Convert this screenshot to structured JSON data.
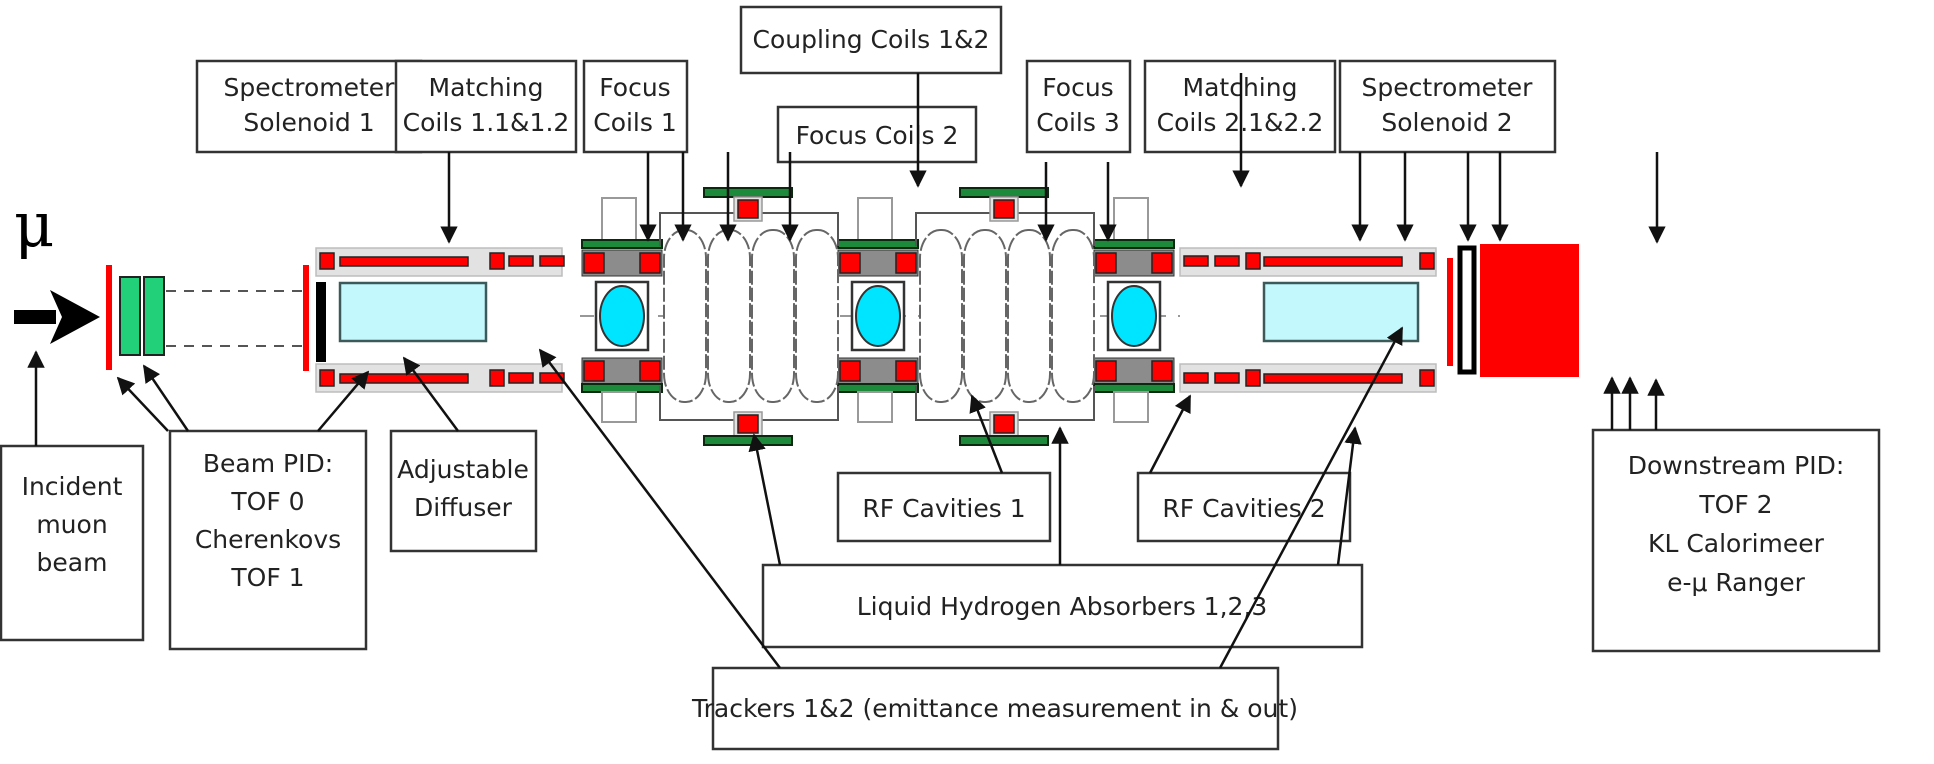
{
  "diagram": {
    "title": "MICE cooling channel schematic",
    "beam_symbol": "μ",
    "colors": {
      "coil": "#ff0000",
      "tracker_volume": "#c3f8fc",
      "absorber": "#00e5ff",
      "cherenkov": "#22d07a",
      "shell": "#e2e2e2",
      "yoke": "#8c8c8c",
      "support": "#1c8a3a"
    },
    "labels": {
      "spectrometer_solenoid_1": [
        "Spectrometer",
        "Solenoid 1"
      ],
      "matching_coils_1": [
        "Matching",
        "Coils 1.1&1.2"
      ],
      "focus_coils_1": [
        "Focus",
        "Coils 1"
      ],
      "coupling_coils": [
        "Coupling Coils 1&2"
      ],
      "focus_coils_2": [
        "Focus Coils 2"
      ],
      "focus_coils_3": [
        "Focus",
        "Coils 3"
      ],
      "matching_coils_2": [
        "Matching",
        "Coils 2.1&2.2"
      ],
      "spectrometer_solenoid_2": [
        "Spectrometer",
        "Solenoid 2"
      ],
      "incident_muon_beam": [
        "Incident",
        "muon",
        "beam"
      ],
      "beam_pid": [
        "Beam PID:",
        "TOF 0",
        "Cherenkovs",
        "TOF 1"
      ],
      "adjustable_diffuser": [
        "Adjustable",
        "Diffuser"
      ],
      "rf_cavities_1": [
        "RF Cavities 1"
      ],
      "rf_cavities_2": [
        "RF Cavities 2"
      ],
      "lh2_absorbers": [
        "Liquid Hydrogen Absorbers 1,2,3"
      ],
      "downstream_pid": [
        "Downstream PID:",
        "TOF 2",
        "KL Calorimeer",
        "e-μ Ranger"
      ],
      "trackers": [
        "Trackers 1&2 (emittance measurement in & out)"
      ]
    }
  }
}
